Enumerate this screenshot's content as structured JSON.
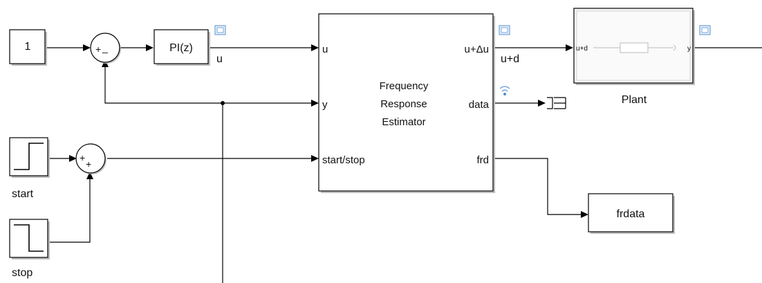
{
  "blocks": {
    "constant": {
      "value": "1"
    },
    "sum1": {
      "plus": "+",
      "minus": "_"
    },
    "pi": {
      "label": "PI(z)"
    },
    "fre": {
      "title_lines": [
        "Frequency",
        "Response",
        "Estimator"
      ],
      "in_ports": [
        "u",
        "y",
        "start/stop"
      ],
      "out_ports": [
        "u+Δu",
        "data",
        "frd"
      ]
    },
    "plant": {
      "label": "Plant",
      "in_port": "u+d",
      "out_port": "y"
    },
    "sum2": {
      "plus1": "+",
      "plus2": "+"
    },
    "start_step": {
      "label": "start"
    },
    "stop_step": {
      "label": "stop"
    },
    "frdata": {
      "label": "frdata"
    }
  },
  "signals": {
    "pi_output": "u",
    "fre_output": "u+d"
  },
  "colors": {
    "line": "#000000",
    "viewer_icon": "#4a90d9",
    "plant_fill": "#f2f2f2"
  }
}
